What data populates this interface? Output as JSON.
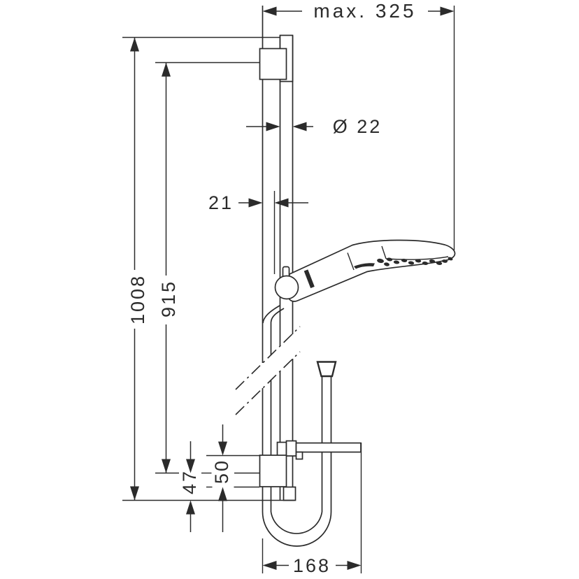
{
  "dims": {
    "max_reach": "max. 325",
    "rail_diameter": "Ø 22",
    "holder_offset": "21",
    "overall_height": "1008",
    "bar_length": "915",
    "end_offset": "47",
    "bracket_height": "50",
    "hose_loop_width": "168"
  },
  "colors": {
    "line": "#2b2b2b",
    "background": "#ffffff"
  }
}
